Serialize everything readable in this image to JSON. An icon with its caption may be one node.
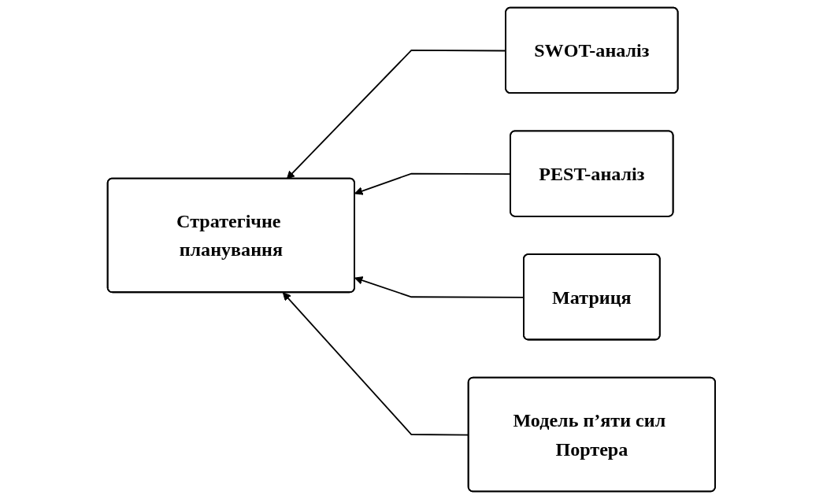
{
  "diagram": {
    "nodes": [
      {
        "text": [
          "Стратегічне планування"
        ]
      },
      {
        "text": [
          "SWOT-аналіз"
        ]
      },
      {
        "text": [
          "PEST-аналіз"
        ]
      },
      {
        "text": [
          "Матриця"
        ]
      },
      {
        "text": [
          "Модель п’яти сил Портера"
        ]
      }
    ],
    "edges": [
      {
        "from": 1,
        "to": 0,
        "arrow": "to"
      },
      {
        "from": 2,
        "to": 0,
        "arrow": "to"
      },
      {
        "from": 3,
        "to": 0,
        "arrow": "to"
      },
      {
        "from": 4,
        "to": 0,
        "arrow": "to"
      }
    ]
  }
}
